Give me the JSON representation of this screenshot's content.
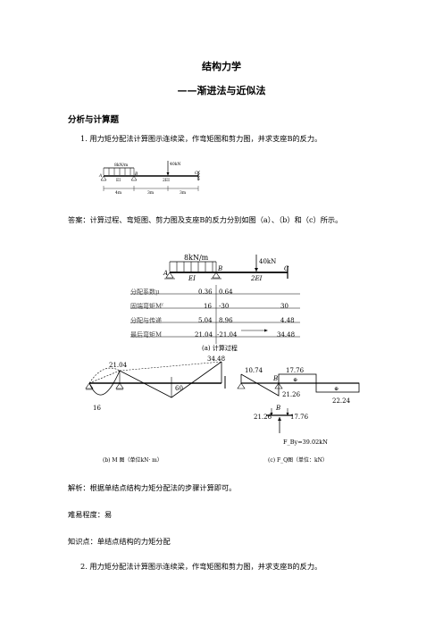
{
  "doc": {
    "title": "结构力学",
    "subtitle": "——渐进法与近似法",
    "section": "分析与计算题",
    "q1": "1. 用力矩分配法计算图示连续梁，作弯矩图和剪力图，并求支座B的反力。",
    "answer": "答案：计算过程、弯矩图、剪力图及支座B的反力分别如图（a）、（b）和（c）所示。",
    "analysis": "解析：根据单结点结构力矩分配法的步骤计算即可。",
    "difficulty": "难易程度：易",
    "knowledge": "知识点：单结点结构的力矩分配",
    "q2": "2. 用力矩分配法计算图示连续梁，作弯矩图和剪力图，并求支座B的反力。"
  },
  "fig1": {
    "load_q": "8kN/m",
    "load_p": "40kN",
    "A": "A",
    "B": "B",
    "C": "C",
    "EI": "EI",
    "EI2": "2EI",
    "dim1": "4m",
    "dim2": "3m",
    "dim3": "3m"
  },
  "fig2": {
    "load_q": "8kN/m",
    "load_p": "40kN",
    "A": "A",
    "B": "B",
    "C": "C",
    "EI": "EI",
    "EI2": "2EI",
    "rows": [
      {
        "label": "分配系数μ",
        "cells": [
          "",
          "0.36",
          "0.64",
          ""
        ]
      },
      {
        "label": "固端弯矩Mᶠ",
        "cells": [
          "",
          "16",
          "-30",
          "30"
        ]
      },
      {
        "label": "分配与传递",
        "cells": [
          "",
          "5.04",
          "8.96",
          "4.48"
        ]
      },
      {
        "label": "最后弯矩M",
        "cells": [
          "",
          "21.04",
          "-21.04",
          "34.48"
        ]
      }
    ],
    "caption_a": "(a) 计算过程"
  },
  "moment": {
    "v1": "21.04",
    "v2": "34.48",
    "v3": "60",
    "v4": "16",
    "caption": "(b) M 图（单位kN· m）"
  },
  "shear": {
    "v1": "10.74",
    "v2": "17.76",
    "v3": "21.26",
    "v4": "22.24",
    "B": "B",
    "v5": "21.26",
    "v6": "17.76",
    "reaction": "F_By=39.02kN",
    "caption": "(c) F_Q图（单位：kN）",
    "plus": "⊕"
  }
}
